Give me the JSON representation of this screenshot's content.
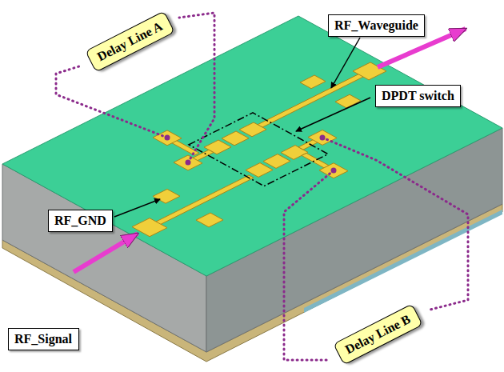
{
  "diagram": {
    "nodes": [
      {
        "text": [
          "Delay Line A"
        ]
      },
      {
        "text": [
          "RF_Waveguide"
        ]
      },
      {
        "text": [
          "DPDT switch"
        ]
      },
      {
        "text": [
          "RF_GND"
        ]
      },
      {
        "text": [
          "RF_Signal"
        ]
      },
      {
        "text": [
          "Delay Line B"
        ]
      }
    ]
  }
}
